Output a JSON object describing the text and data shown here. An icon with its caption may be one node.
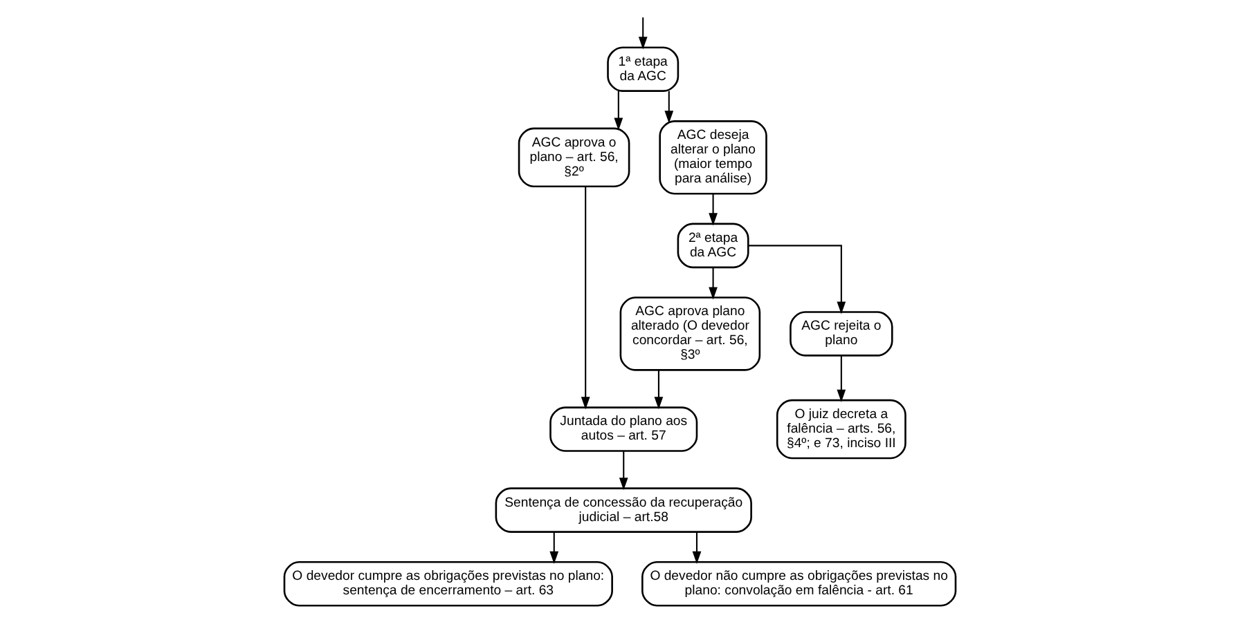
{
  "diagram": {
    "nodes": [
      {
        "text": [
          "1ª etapa da AGC"
        ]
      },
      {
        "text": [
          "AGC aprova o plano – art. 56, §2º"
        ]
      },
      {
        "text": [
          "AGC deseja alterar o plano (maior tempo para análise)"
        ]
      },
      {
        "text": [
          "2ª etapa da AGC"
        ]
      },
      {
        "text": [
          "AGC aprova plano alterado (O devedor concordar – art. 56, §3º"
        ]
      },
      {
        "text": [
          "AGC rejeita o plano"
        ]
      },
      {
        "text": [
          "Juntada do plano aos autos – art. 57"
        ]
      },
      {
        "text": [
          "O juiz decreta a falência – arts. 56, §4º; e 73, inciso III"
        ]
      },
      {
        "text": [
          "Sentença de concessão da recuperação judicial – art.58"
        ]
      },
      {
        "text": [
          "O devedor cumpre as obrigações previstas no plano: sentença de encerramento – art. 63"
        ]
      },
      {
        "text": [
          "O devedor não cumpre as obrigações previstas no plano: convolação em falência - art. 61"
        ]
      }
    ],
    "edges": [
      {
        "from": null,
        "to": 0,
        "arrow": "to"
      },
      {
        "from": 0,
        "to": 1,
        "arrow": "to"
      },
      {
        "from": 0,
        "to": 2,
        "arrow": "to"
      },
      {
        "from": 2,
        "to": 3,
        "arrow": "to"
      },
      {
        "from": 3,
        "to": 4,
        "arrow": "to"
      },
      {
        "from": 3,
        "to": 5,
        "arrow": "to"
      },
      {
        "from": 1,
        "to": 6,
        "arrow": "to"
      },
      {
        "from": 4,
        "to": 6,
        "arrow": "to"
      },
      {
        "from": 5,
        "to": 7,
        "arrow": "to"
      },
      {
        "from": 6,
        "to": 8,
        "arrow": "to"
      },
      {
        "from": 8,
        "to": 9,
        "arrow": "to"
      },
      {
        "from": 8,
        "to": 10,
        "arrow": "to"
      }
    ]
  }
}
